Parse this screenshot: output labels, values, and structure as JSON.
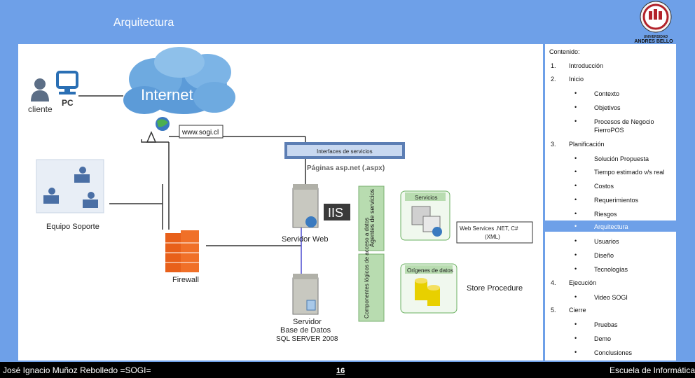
{
  "slide": {
    "title": "Arquitectura",
    "page_number": "16"
  },
  "logo": {
    "line1": "UNIVERSIDAD",
    "line2": "ANDRES BELLO"
  },
  "footer": {
    "author": "José Ignacio Muñoz Rebolledo =SOGI=",
    "school": "Escuela de Informática"
  },
  "toc": {
    "heading": "Contenido:",
    "items": [
      {
        "num": "1.",
        "label": "Introducción"
      },
      {
        "num": "2.",
        "label": "Inicio",
        "children": [
          "Contexto",
          "Objetivos",
          "Procesos de Negocio FierroPOS"
        ]
      },
      {
        "num": "3.",
        "label": "Planificación",
        "children": [
          "Solución Propuesta",
          "Tiempo estimado v/s real",
          "Costos",
          "Requerimientos",
          "Riesgos",
          "Arquitectura",
          "Usuarios",
          "Diseño",
          "Tecnologías"
        ]
      },
      {
        "num": "4.",
        "label": "Ejecución",
        "children": [
          "Video SOGI"
        ]
      },
      {
        "num": "5.",
        "label": "Cierre",
        "children": [
          "Pruebas",
          "Demo",
          "Conclusiones"
        ]
      }
    ]
  },
  "diagram": {
    "cliente_label": "cliente",
    "pc_label": "PC",
    "internet_label": "Internet",
    "url_label": "www.sogi.cl",
    "equipo_soporte_label": "Equipo Soporte",
    "firewall_label": "Firewall",
    "interfaces_label": "Interfaces de servicios",
    "paginas_label": "Páginas asp.net (.aspx)",
    "iis_label": "IIS",
    "servidor_web_label": "Servidor Web",
    "agentes_label": "Agentes de servicios",
    "componentes_label": "Componentes lógicos de acceso a datos",
    "servicios_label": "Servicios",
    "web_services_line1": "Web Services .NET, C#",
    "web_services_line2": "(XML)",
    "origenes_label": "Orígenes de datos",
    "store_procedure_label": "Store Procedure",
    "servidor_bd_line1": "Servidor",
    "servidor_bd_line2": "Base de Datos",
    "servidor_bd_line3": "SQL SERVER 2008"
  }
}
